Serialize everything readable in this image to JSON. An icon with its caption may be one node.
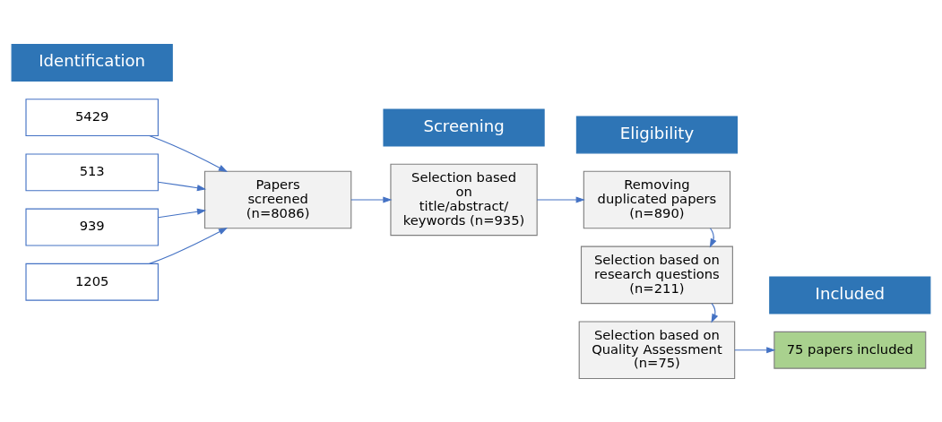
{
  "diagram": {
    "nodes": [
      {
        "text": [
          "Identification"
        ]
      },
      {
        "text": [
          "Screening"
        ]
      },
      {
        "text": [
          "Eligibility"
        ]
      },
      {
        "text": [
          "Included"
        ]
      },
      {
        "text": [
          "5429"
        ]
      },
      {
        "text": [
          "513"
        ]
      },
      {
        "text": [
          "939"
        ]
      },
      {
        "text": [
          "1205"
        ]
      },
      {
        "text": [
          "Papers screened (n=8086)"
        ]
      },
      {
        "text": [
          "Selection based on title/abstract/ keywords (n=935)"
        ]
      },
      {
        "text": [
          "Removing duplicated papers (n=890)"
        ]
      },
      {
        "text": [
          "Selection based on research questions (n=211)"
        ]
      },
      {
        "text": [
          "Selection based on Quality Assessment (n=75)"
        ]
      },
      {
        "text": [
          "75 papers included"
        ]
      }
    ],
    "edges": [
      {
        "from": 4,
        "to": 8,
        "arrow": "to"
      },
      {
        "from": 5,
        "to": 8,
        "arrow": "to"
      },
      {
        "from": 6,
        "to": 8,
        "arrow": "to"
      },
      {
        "from": 7,
        "to": 8,
        "arrow": "to"
      },
      {
        "from": 8,
        "to": 9,
        "arrow": "to"
      },
      {
        "from": 9,
        "to": 10,
        "arrow": "to"
      },
      {
        "from": 10,
        "to": 11,
        "arrow": "to"
      },
      {
        "from": 11,
        "to": 12,
        "arrow": "to"
      },
      {
        "from": 12,
        "to": 13,
        "arrow": "to"
      }
    ]
  }
}
